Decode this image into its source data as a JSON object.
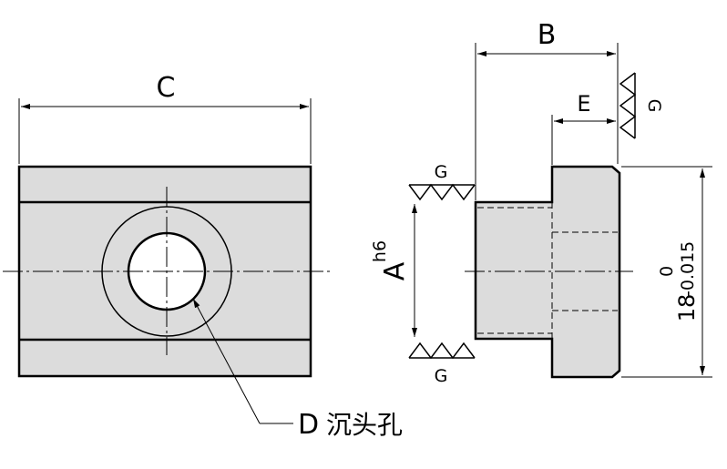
{
  "title": "T-slot nut engineering drawing",
  "colors": {
    "body_fill": "#dcdcdc",
    "line": "#000000",
    "background": "#ffffff"
  },
  "dimensions": {
    "C": "C",
    "B": "B",
    "E": "E",
    "A": "A",
    "A_tolerance": "h6",
    "height": "18",
    "height_tolerance_upper": "0",
    "height_tolerance_lower": "-0.015"
  },
  "surface_finish": {
    "symbol": "G"
  },
  "callout": {
    "letter": "D",
    "text": "沉头孔"
  }
}
